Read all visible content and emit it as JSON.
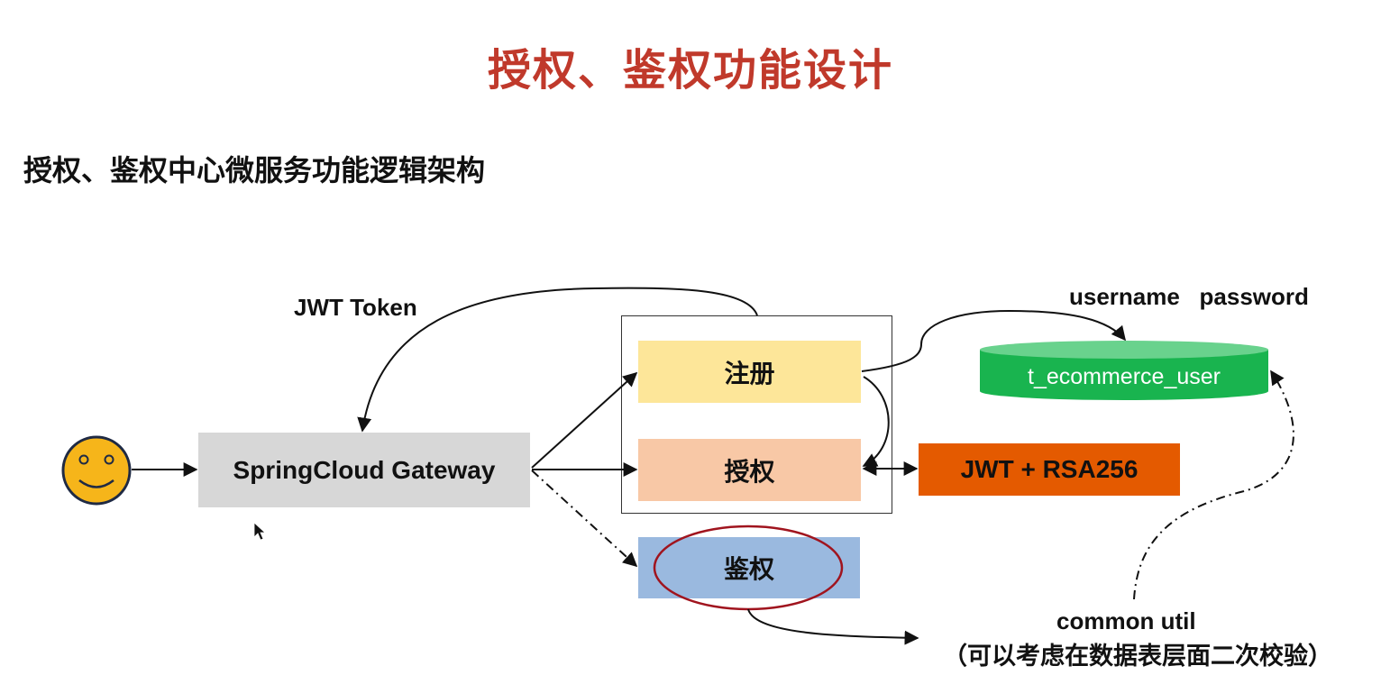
{
  "slide": {
    "title": "授权、鉴权功能设计",
    "subtitle": "授权、鉴权中心微服务功能逻辑架构"
  },
  "diagram": {
    "gateway": "SpringCloud Gateway",
    "register": "注册",
    "authorize": "授权",
    "authenticate": "鉴权",
    "jwt_box": "JWT + RSA256",
    "db_table": "t_ecommerce_user",
    "jwt_token_label": "JWT Token",
    "credentials_label": "username   password",
    "common_util_label": "common util",
    "note_label": "（可以考虑在数据表层面二次校验）"
  },
  "icons": {
    "user": "smiley-face-icon",
    "cursor": "mouse-cursor-icon"
  },
  "colors": {
    "title": "#c0392b",
    "gateway": "#d7d7d7",
    "register": "#fde699",
    "authorize": "#f8c8a6",
    "authenticate": "#9ab9df",
    "jwt_box": "#e45a00",
    "db": "#19b44f",
    "highlight_ring": "#a0141e"
  }
}
